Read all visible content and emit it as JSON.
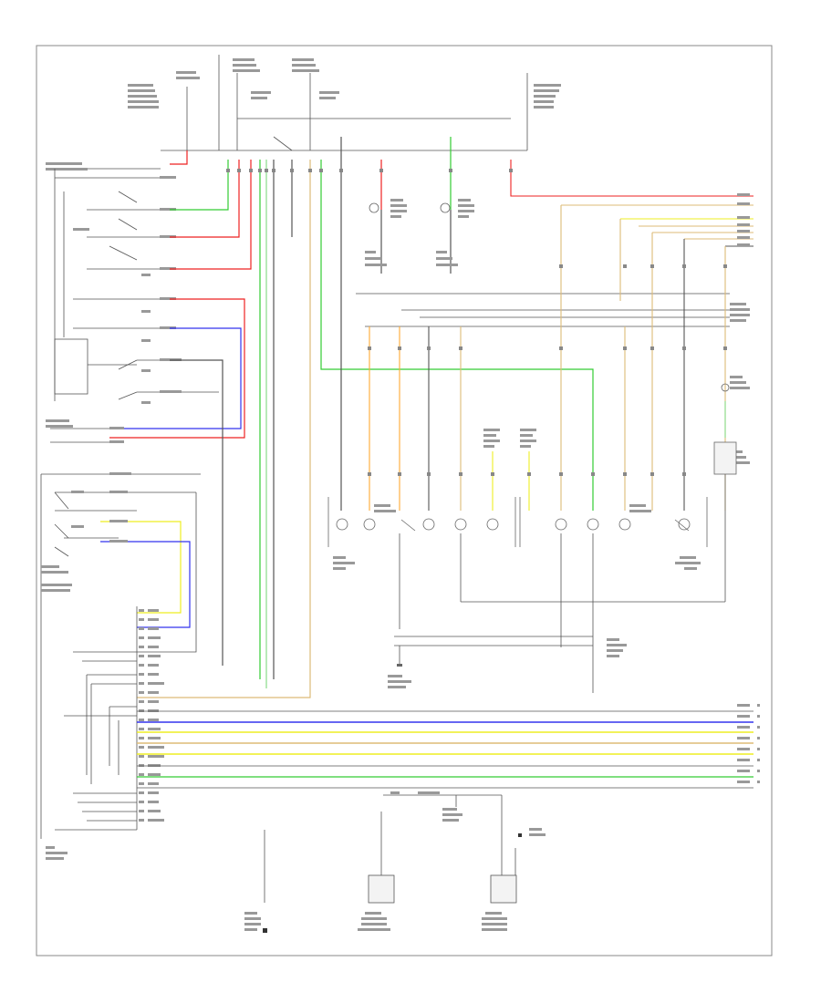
{
  "figure_code": "",
  "colors": {
    "frame": "#666666",
    "wire": "#555555",
    "red": "#ee2222",
    "green": "#33cc33",
    "blue": "#3333ee",
    "yellow": "#eeee22",
    "orange": "#ffaa33",
    "tan": "#ddbb77",
    "light_green": "#88dd88"
  },
  "components": [
    {
      "id": "engine-room-relay-block",
      "label": ""
    },
    {
      "id": "ignition-relay",
      "label": ""
    },
    {
      "id": "fuse-panel",
      "label": ""
    },
    {
      "id": "light-control-switch",
      "label": ""
    },
    {
      "id": "turn-signal-switch",
      "label": ""
    },
    {
      "id": "headlamp-dimmer-switch",
      "label": ""
    },
    {
      "id": "left-front-turn-lamp",
      "label": ""
    },
    {
      "id": "right-front-turn-lamp",
      "label": ""
    },
    {
      "id": "left-rear-combination-lamp",
      "label": ""
    },
    {
      "id": "right-rear-combination-lamp",
      "label": ""
    },
    {
      "id": "high-mount-stop-lamp",
      "label": ""
    },
    {
      "id": "main-body-ecu",
      "label": ""
    },
    {
      "id": "left-headlamp-assembly",
      "label": ""
    },
    {
      "id": "right-headlamp-assembly",
      "label": ""
    }
  ]
}
